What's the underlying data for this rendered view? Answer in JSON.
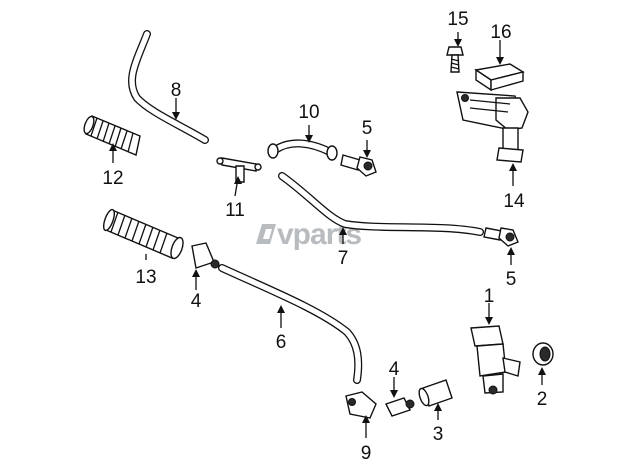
{
  "watermark": {
    "brand": "vparts",
    "mark_color": "#b9bcbf"
  },
  "callouts": {
    "p1": "1",
    "p2": "2",
    "p3": "3",
    "p4a": "4",
    "p4b": "4",
    "p5a": "5",
    "p5b": "5",
    "p6": "6",
    "p7": "7",
    "p8": "8",
    "p9": "9",
    "p10": "10",
    "p11": "11",
    "p12": "12",
    "p13": "13",
    "p14": "14",
    "p15": "15",
    "p16": "16"
  },
  "colors": {
    "line": "#111111",
    "background": "#ffffff"
  }
}
